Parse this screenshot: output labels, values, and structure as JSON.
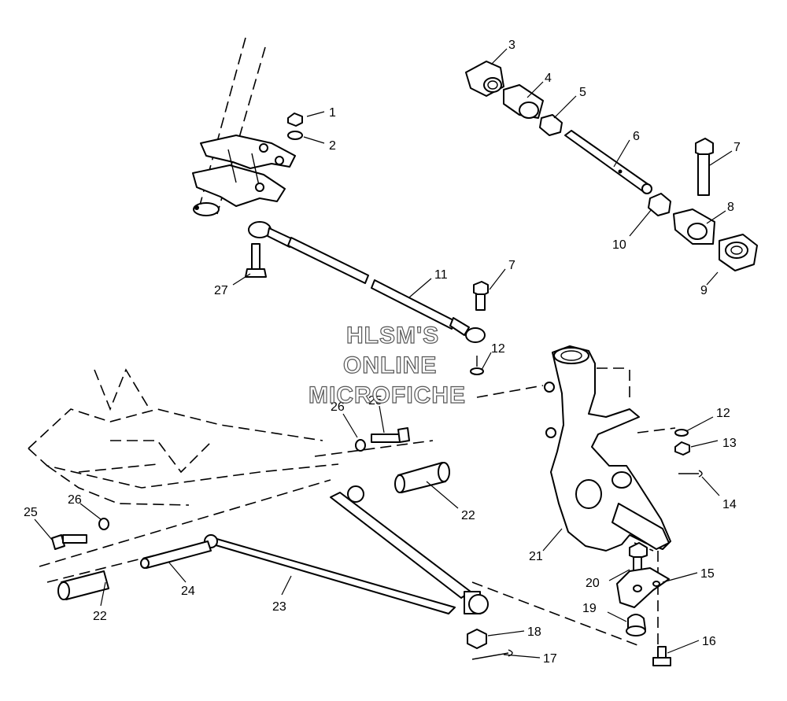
{
  "watermark": {
    "line1": "HLSM'S",
    "line2": "ONLINE",
    "line3": "MICROFICHE",
    "stroke_color": "#555555"
  },
  "callouts": [
    {
      "id": "c1",
      "text": "1"
    },
    {
      "id": "c2",
      "text": "2"
    },
    {
      "id": "c3",
      "text": "3"
    },
    {
      "id": "c4",
      "text": "4"
    },
    {
      "id": "c5",
      "text": "5"
    },
    {
      "id": "c6",
      "text": "6"
    },
    {
      "id": "c7a",
      "text": "7"
    },
    {
      "id": "c7b",
      "text": "7"
    },
    {
      "id": "c8",
      "text": "8"
    },
    {
      "id": "c9",
      "text": "9"
    },
    {
      "id": "c10",
      "text": "10"
    },
    {
      "id": "c11",
      "text": "11"
    },
    {
      "id": "c12a",
      "text": "12"
    },
    {
      "id": "c12b",
      "text": "12"
    },
    {
      "id": "c13",
      "text": "13"
    },
    {
      "id": "c14",
      "text": "14"
    },
    {
      "id": "c15",
      "text": "15"
    },
    {
      "id": "c16",
      "text": "16"
    },
    {
      "id": "c17",
      "text": "17"
    },
    {
      "id": "c18",
      "text": "18"
    },
    {
      "id": "c19",
      "text": "19"
    },
    {
      "id": "c20",
      "text": "20"
    },
    {
      "id": "c21",
      "text": "21"
    },
    {
      "id": "c22a",
      "text": "22"
    },
    {
      "id": "c22b",
      "text": "22"
    },
    {
      "id": "c23",
      "text": "23"
    },
    {
      "id": "c24",
      "text": "24"
    },
    {
      "id": "c25a",
      "text": "25"
    },
    {
      "id": "c25b",
      "text": "25"
    },
    {
      "id": "c26a",
      "text": "26"
    },
    {
      "id": "c26b",
      "text": "26"
    },
    {
      "id": "c27",
      "text": "27"
    }
  ]
}
